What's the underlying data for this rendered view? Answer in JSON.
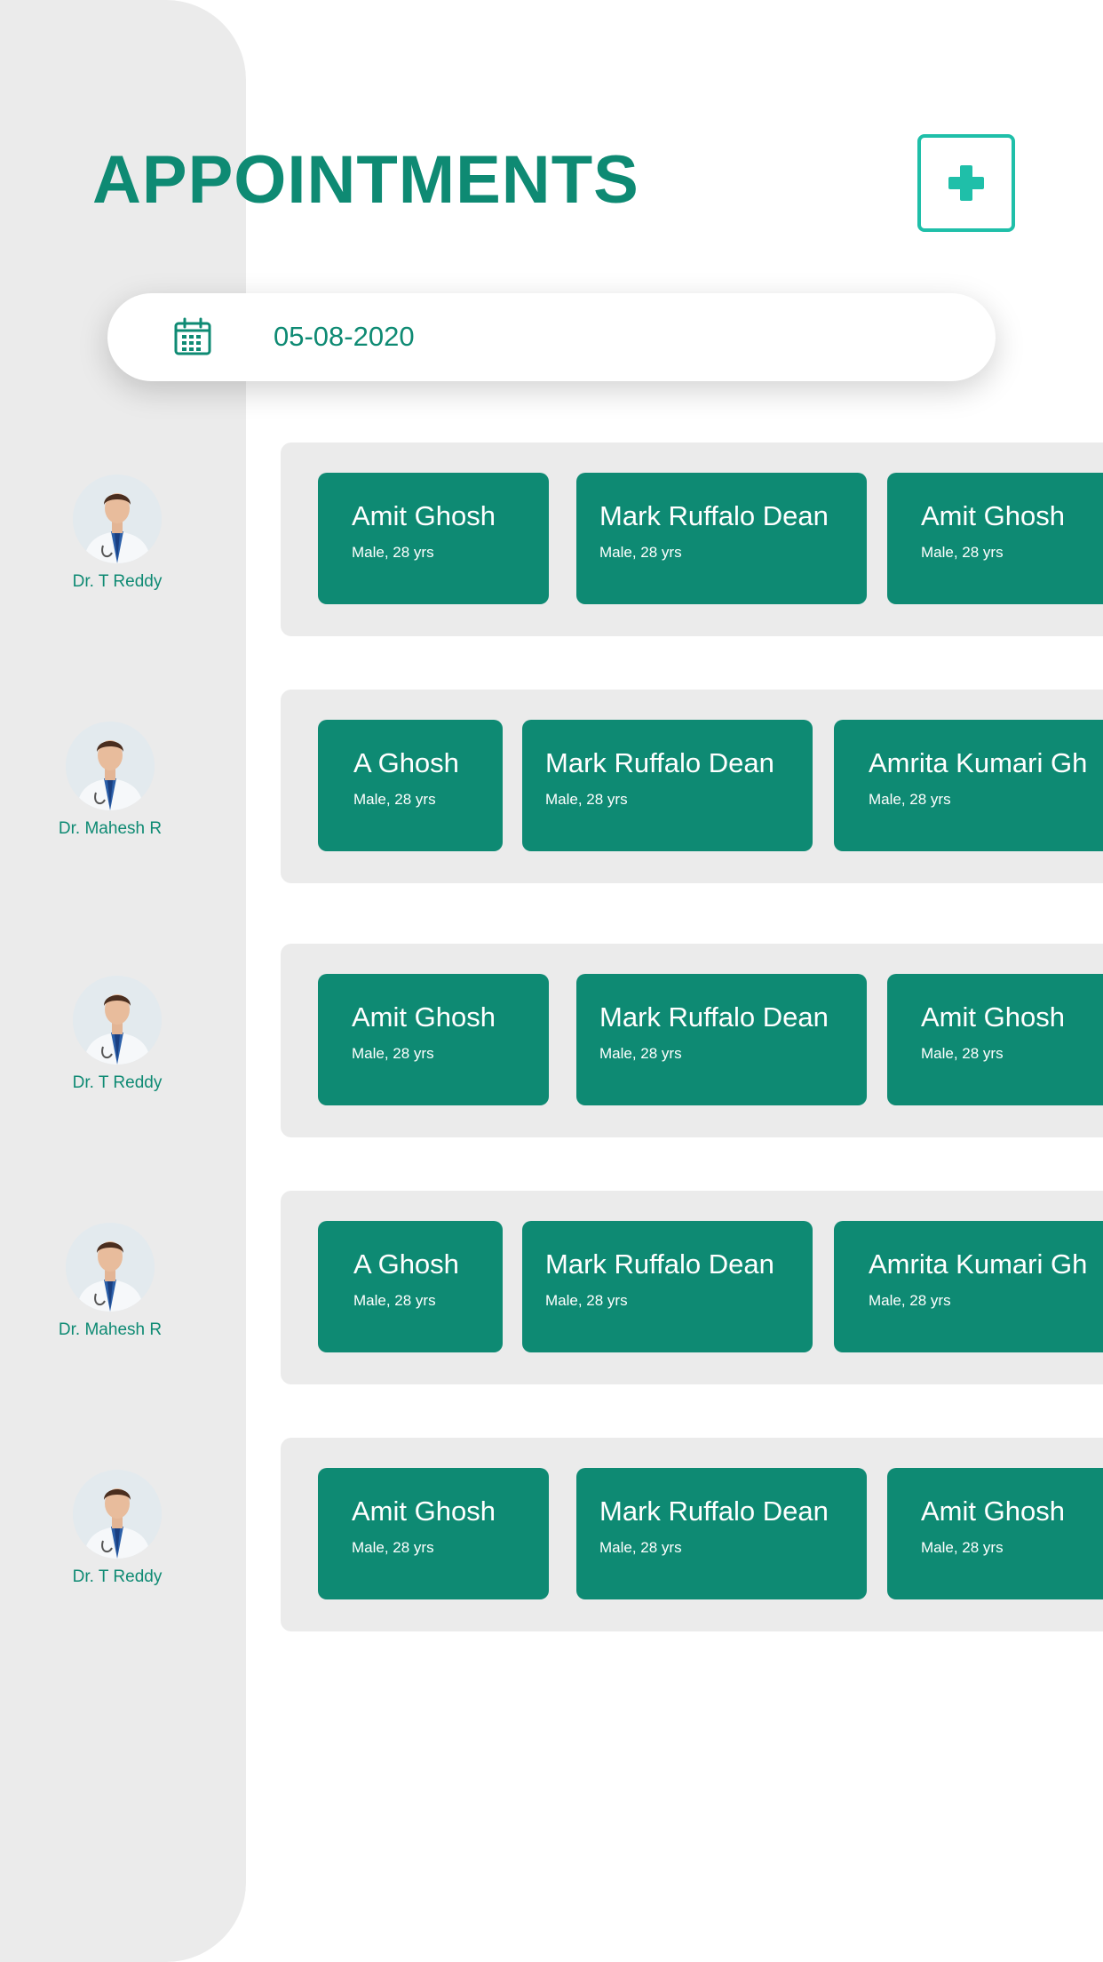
{
  "header": {
    "title": "APPOINTMENTS"
  },
  "date_picker": {
    "value": "05-08-2020"
  },
  "colors": {
    "brand": "#0e8a73",
    "accent": "#1fbfa9",
    "panel": "#ebebeb"
  },
  "schedule": [
    {
      "doctor": "Dr. T Reddy",
      "appointments": [
        {
          "name": "Amit Ghosh",
          "info": "Male, 28 yrs"
        },
        {
          "name": "Mark Ruffalo Dean",
          "info": "Male, 28 yrs"
        },
        {
          "name": "Amit Ghosh",
          "info": "Male, 28 yrs"
        }
      ]
    },
    {
      "doctor": "Dr. Mahesh R",
      "appointments": [
        {
          "name": "A Ghosh",
          "info": "Male, 28 yrs"
        },
        {
          "name": "Mark Ruffalo Dean",
          "info": "Male, 28 yrs"
        },
        {
          "name": "Amrita Kumari Gh",
          "info": "Male, 28 yrs"
        }
      ]
    },
    {
      "doctor": "Dr. T Reddy",
      "appointments": [
        {
          "name": "Amit Ghosh",
          "info": "Male, 28 yrs"
        },
        {
          "name": "Mark Ruffalo Dean",
          "info": "Male, 28 yrs"
        },
        {
          "name": "Amit Ghosh",
          "info": "Male, 28 yrs"
        }
      ]
    },
    {
      "doctor": "Dr. Mahesh R",
      "appointments": [
        {
          "name": "A Ghosh",
          "info": "Male, 28 yrs"
        },
        {
          "name": "Mark Ruffalo Dean",
          "info": "Male, 28 yrs"
        },
        {
          "name": "Amrita Kumari Gh",
          "info": "Male, 28 yrs"
        }
      ]
    },
    {
      "doctor": "Dr. T Reddy",
      "appointments": [
        {
          "name": "Amit Ghosh",
          "info": "Male, 28 yrs"
        },
        {
          "name": "Mark Ruffalo Dean",
          "info": "Male, 28 yrs"
        },
        {
          "name": "Amit Ghosh",
          "info": "Male, 28 yrs"
        }
      ]
    }
  ]
}
